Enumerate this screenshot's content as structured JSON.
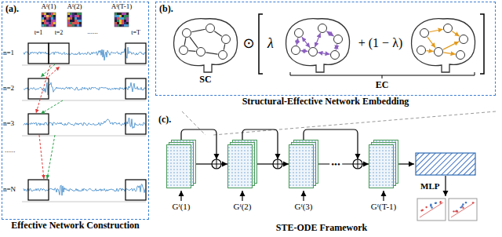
{
  "diagram": {
    "nodes": [
      {
        "text": [
          "(a).",
          "Effective Network Construction"
        ]
      },
      {
        "text": [
          "(b).",
          "Structural-Effective Network Embedding"
        ]
      },
      {
        "text": [
          "Gᶠ(1)"
        ]
      },
      {
        "text": [
          "Gᶠ(2)"
        ]
      },
      {
        "text": [
          "Gᶠ(3)"
        ]
      },
      {
        "text": [
          "Gᶠ(T-1)"
        ]
      }
    ],
    "edges": [
      {
        "from": 2,
        "to": 3,
        "arrow": "to"
      },
      {
        "from": 3,
        "to": 4,
        "arrow": "to"
      },
      {
        "from": 4,
        "to": 5,
        "arrow": "to",
        "label": "•••"
      }
    ],
    "labels": [
      "Aᶠ(1)",
      "Aᶠ(2)",
      "Aᶠ(T-1)",
      "t=1",
      "t=2",
      "......",
      "t=T",
      "n=1",
      "n=2",
      "n=3",
      "......",
      "n=N",
      "SC",
      "⊙",
      "λ",
      "+ (1 − λ)",
      "EC",
      "(c).",
      "MLP",
      "STE-ODE Framework"
    ]
  }
}
